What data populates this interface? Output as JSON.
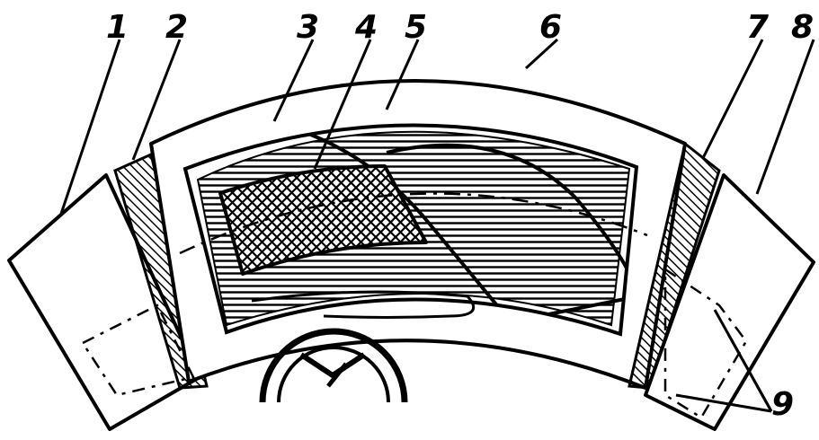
{
  "labels": {
    "l1": "1",
    "l2": "2",
    "l3": "3",
    "l4": "4",
    "l5": "5",
    "l6": "6",
    "l7": "7",
    "l8": "8",
    "l9": "9"
  },
  "colors": {
    "ink": "#000000",
    "paper": "#ffffff"
  }
}
